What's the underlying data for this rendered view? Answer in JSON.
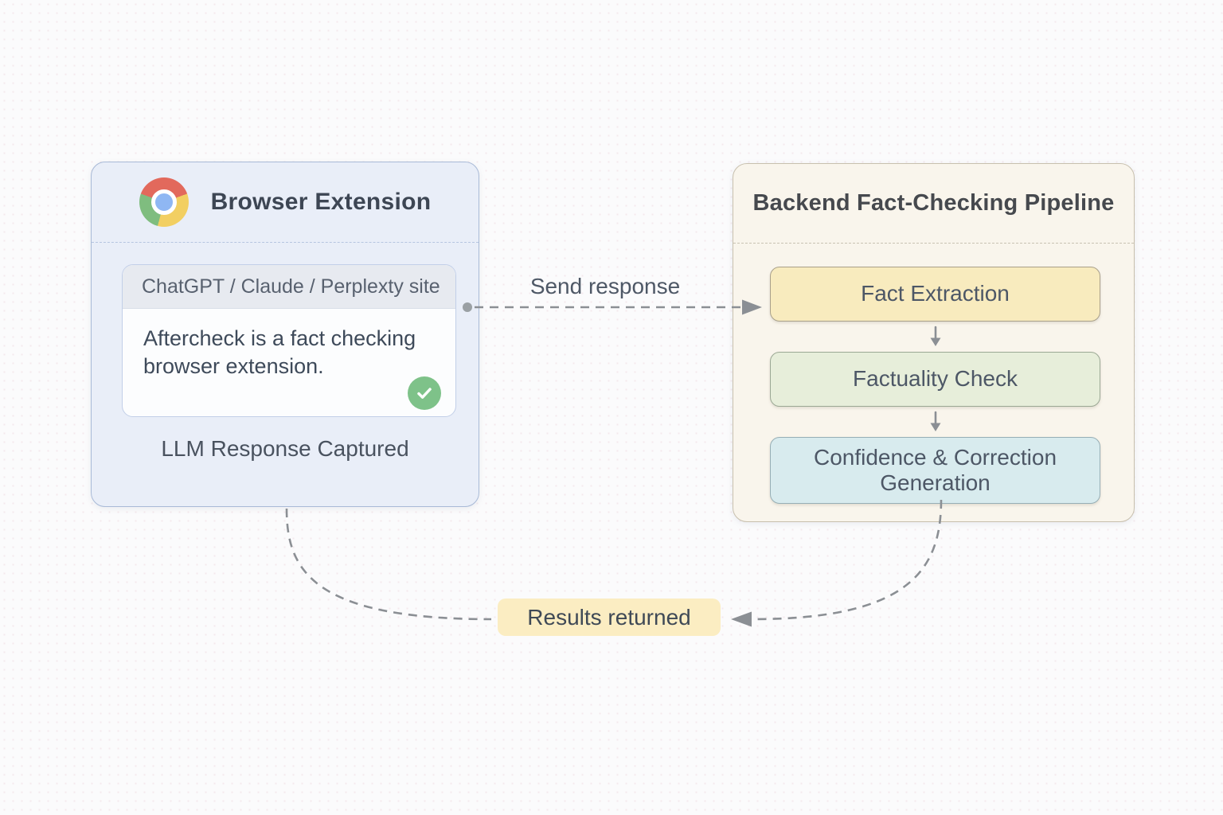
{
  "left_panel": {
    "title": "Browser Extension",
    "icon": "chrome-logo",
    "site_card": {
      "header": "ChatGPT / Claude / Perplexty site",
      "body": "Aftercheck is a fact checking browser extension.",
      "status_icon": "check-circle"
    },
    "caption": "LLM Response Captured",
    "colors": {
      "panel_bg": "#e9eef8",
      "panel_border": "#a9bad7",
      "card_header_bg": "#e7eaf0",
      "card_body_bg": "#fcfdfe",
      "check_green": "#7ec289"
    }
  },
  "right_panel": {
    "title": "Backend Fact-Checking Pipeline",
    "steps": [
      {
        "label": "Fact Extraction",
        "bg": "#f8ebbe",
        "border": "#a9a08a"
      },
      {
        "label": "Factuality Check",
        "bg": "#e7eeda",
        "border": "#9ba894"
      },
      {
        "label": "Confidence & Correction Generation",
        "bg": "#d8ebee",
        "border": "#96aeb5"
      }
    ],
    "colors": {
      "panel_bg": "#f9f5ec",
      "panel_border": "#c8c0ae"
    }
  },
  "connectors": {
    "send_response_label": "Send response",
    "results_label": "Results returned",
    "results_badge_bg": "#fbedc2",
    "line_color": "#8b8f94"
  }
}
